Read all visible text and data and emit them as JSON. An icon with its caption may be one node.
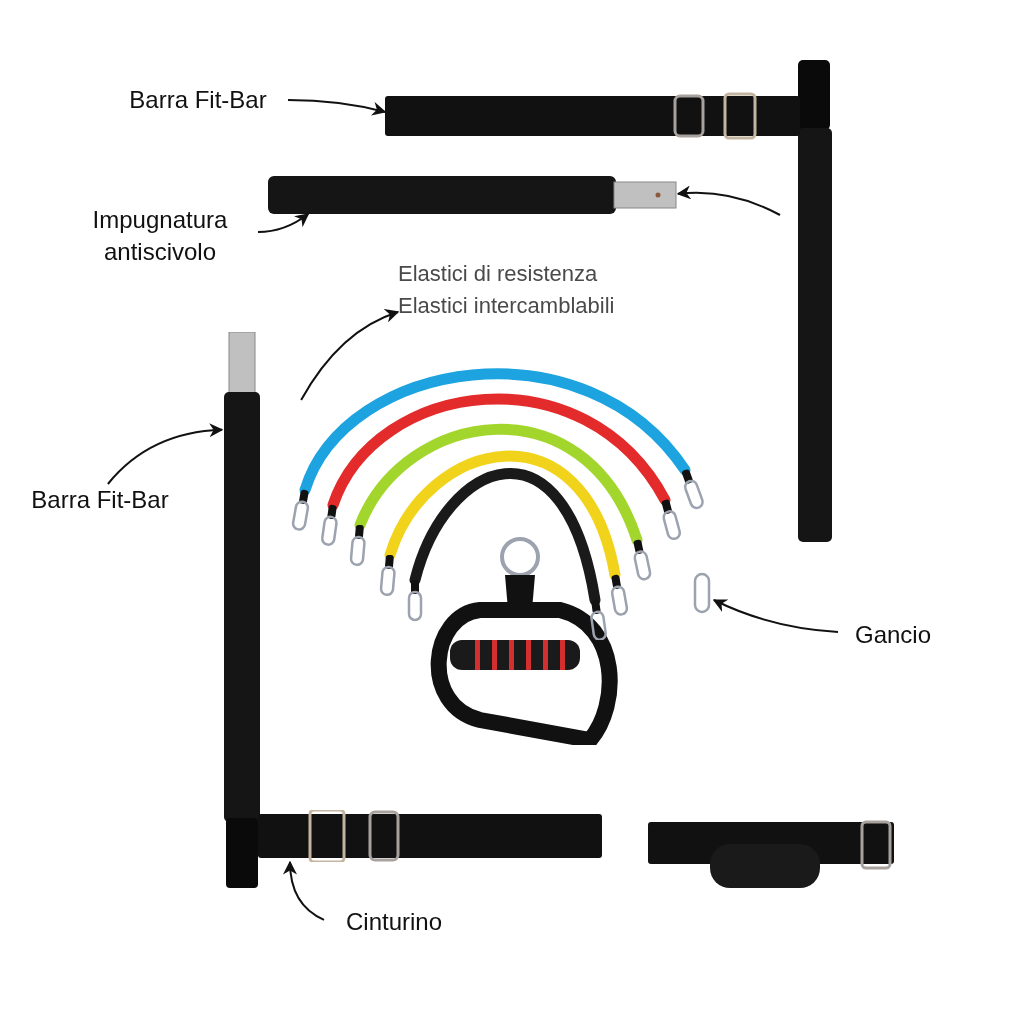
{
  "diagram": {
    "nodes": [
      {
        "text": [
          "Barra Fit-Bar"
        ]
      },
      {
        "text": [
          "Impugnatura antiscivolo"
        ]
      },
      {
        "text": [
          "Elastici di resistenza",
          "Elastici intercamblabili"
        ]
      },
      {
        "text": [
          "Barra Fit-Bar"
        ]
      },
      {
        "text": [
          "Gancio"
        ]
      },
      {
        "text": [
          "Cinturino"
        ]
      },
      {
        "text": [],
        "shape": "picture"
      },
      {
        "text": [],
        "shape": "bar"
      },
      {
        "text": [],
        "shape": "picture"
      },
      {
        "text": [],
        "shape": "bar"
      },
      {
        "text": [],
        "shape": "ring"
      },
      {
        "text": [],
        "shape": "picture"
      }
    ],
    "edges": [
      {
        "from": 0,
        "to": 6,
        "arrow": "to"
      },
      {
        "from": 1,
        "to": 7,
        "arrow": "to"
      },
      {
        "from": null,
        "to": 7,
        "arrow": "to"
      },
      {
        "from": 8,
        "to": 2,
        "arrow": "to"
      },
      {
        "from": 3,
        "to": 9,
        "arrow": "to"
      },
      {
        "from": 4,
        "to": 10,
        "arrow": "to"
      },
      {
        "from": 5,
        "to": 11,
        "arrow": "to"
      }
    ]
  }
}
